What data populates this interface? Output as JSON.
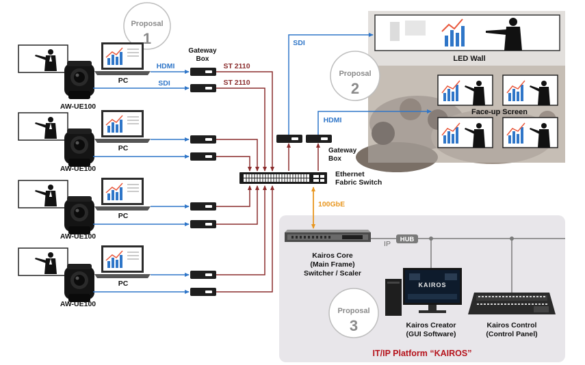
{
  "proposals": [
    {
      "label": "Proposal",
      "number": "1"
    },
    {
      "label": "Proposal",
      "number": "2"
    },
    {
      "label": "Proposal",
      "number": "3"
    }
  ],
  "sources": {
    "camera_label": "AW-UE100",
    "pc_label": "PC"
  },
  "links": {
    "hdmi": "HDMI",
    "sdi": "SDI",
    "st2110": "ST 2110",
    "ip": "IP",
    "hub": "HUB",
    "bandwidth": "100GbE"
  },
  "gateway": {
    "line1": "Gateway",
    "line2": "Box"
  },
  "switch": {
    "line1": "Ethernet",
    "line2": "Fabric Switch"
  },
  "displays": {
    "led_wall": "LED Wall",
    "faceup": "Face-up Screen"
  },
  "core": {
    "line1": "Kairos Core",
    "line2": "(Main Frame)",
    "line3": "Switcher / Scaler"
  },
  "creator": {
    "line1": "Kairos Creator",
    "line2": "(GUI Software)",
    "screen_logo": "KAIROS"
  },
  "control": {
    "line1": "Kairos Control",
    "line2": "(Control Panel)"
  },
  "platform": {
    "title": "IT/IP Platform “KAIROS”"
  },
  "colors": {
    "blue": "#2f76c8",
    "red": "#8a2b2b",
    "orange": "#e8961e",
    "panel": "#e8e6ea",
    "platform_title": "#b5121b"
  }
}
